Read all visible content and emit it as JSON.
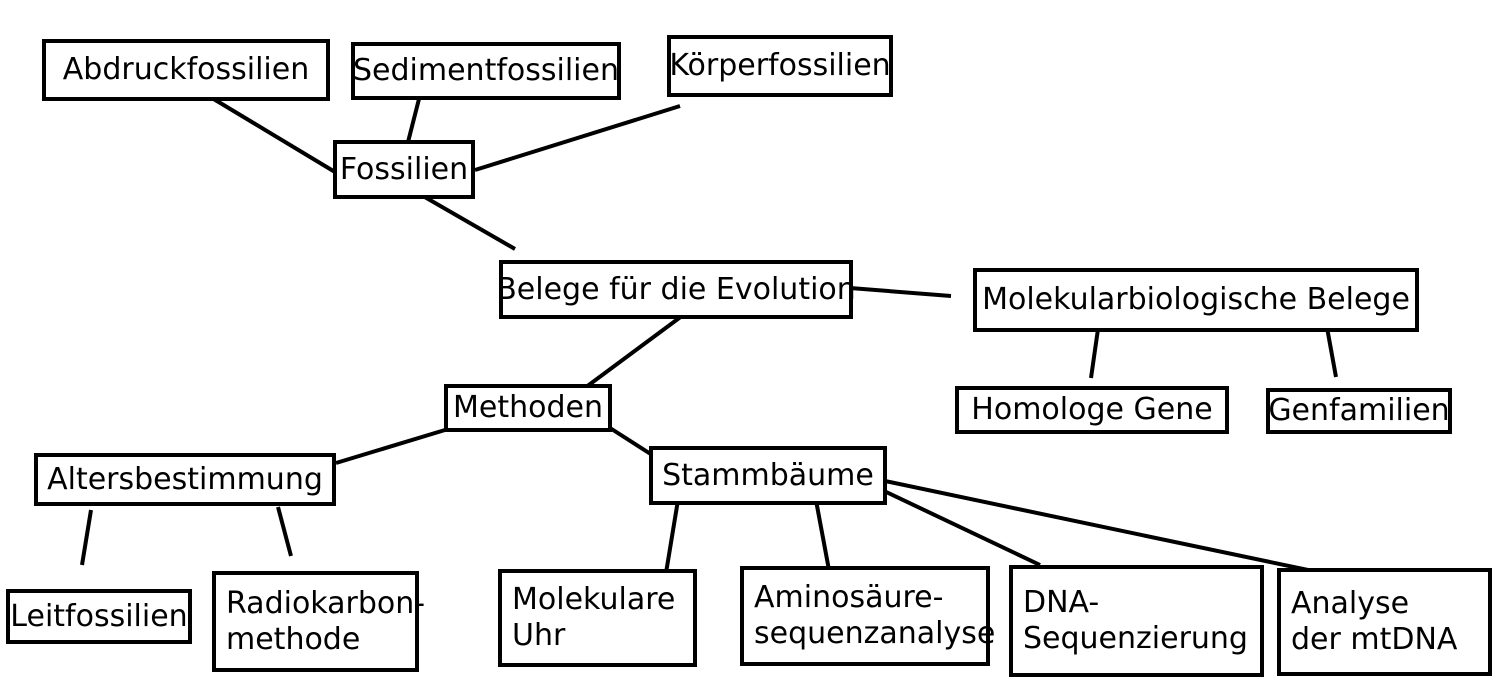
{
  "nodes": {
    "abdruckfossilien": "Abdruckfossilien",
    "sedimentfossilien": "Sedimentfossilien",
    "koerperfossilien": "Körperfossilien",
    "fossilien": "Fossilien",
    "belege": "Belege für die Evolution",
    "molekularbiologische_belege": "Molekularbiologische Belege",
    "homologe_gene": "Homologe Gene",
    "genfamilien": "Genfamilien",
    "methoden": "Methoden",
    "altersbestimmung": "Altersbestimmung",
    "stammbaeume": "Stammbäume",
    "leitfossilien": "Leitfossilien",
    "radiokarbon": [
      "Radiokarbon-",
      "methode"
    ],
    "molekulare_uhr": [
      "Molekulare",
      "Uhr"
    ],
    "aminosaeure": [
      "Aminosäure-",
      "sequenzanalyse"
    ],
    "dna": [
      "DNA-",
      "Sequenzierung"
    ],
    "mtdna": [
      "Analyse",
      "der mtDNA"
    ]
  },
  "edges": [
    [
      "fossilien",
      "abdruckfossilien"
    ],
    [
      "fossilien",
      "sedimentfossilien"
    ],
    [
      "fossilien",
      "koerperfossilien"
    ],
    [
      "belege",
      "fossilien"
    ],
    [
      "belege",
      "molekularbiologische_belege"
    ],
    [
      "belege",
      "methoden"
    ],
    [
      "molekularbiologische_belege",
      "homologe_gene"
    ],
    [
      "molekularbiologische_belege",
      "genfamilien"
    ],
    [
      "methoden",
      "altersbestimmung"
    ],
    [
      "methoden",
      "stammbaeume"
    ],
    [
      "altersbestimmung",
      "leitfossilien"
    ],
    [
      "altersbestimmung",
      "radiokarbon"
    ],
    [
      "stammbaeume",
      "molekulare_uhr"
    ],
    [
      "stammbaeume",
      "aminosaeure"
    ],
    [
      "stammbaeume",
      "dna"
    ],
    [
      "stammbaeume",
      "mtdna"
    ]
  ]
}
